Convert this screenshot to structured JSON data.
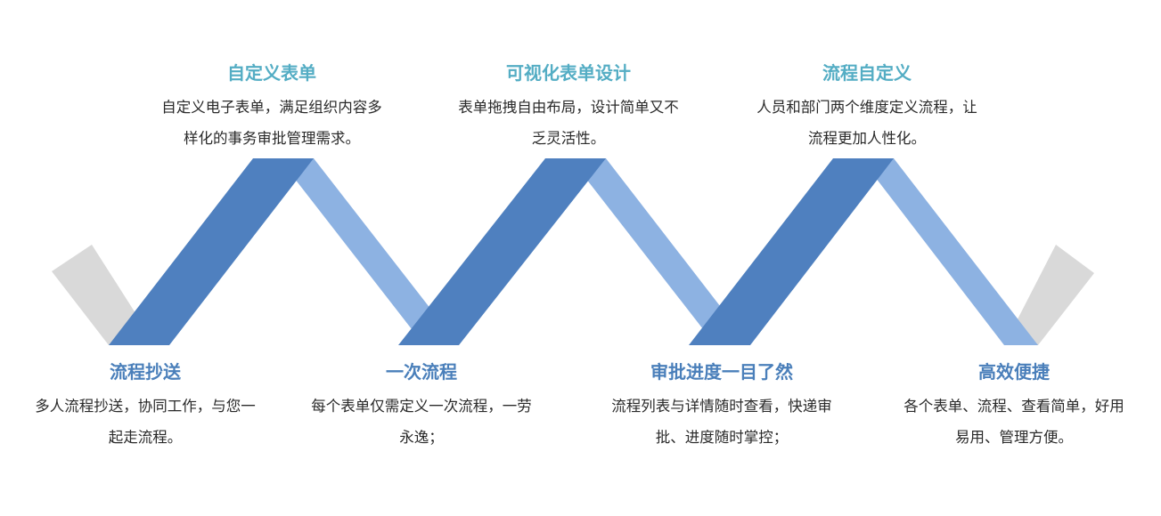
{
  "colors": {
    "dark_band": "#4f80bf",
    "light_band": "#8db2e2",
    "gray_band": "#d9d9d9",
    "top_title": "#54adc4",
    "bottom_title": "#4a7fba",
    "text": "#2a2a2a"
  },
  "top_items": [
    {
      "title": "自定义表单",
      "line1": "自定义电子表单，满足组织内容多",
      "line2": "样化的事务审批管理需求。"
    },
    {
      "title": "可视化表单设计",
      "line1": "表单拖拽自由布局，设计简单又不",
      "line2": "乏灵活性。"
    },
    {
      "title": "流程自定义",
      "line1": "人员和部门两个维度定义流程，让",
      "line2": "流程更加人性化。"
    }
  ],
  "bottom_items": [
    {
      "title": "流程抄送",
      "line1": "多人流程抄送，协同工作，与您一",
      "line2": "起走流程。"
    },
    {
      "title": "一次流程",
      "line1": "每个表单仅需定义一次流程，一劳",
      "line2": "永逸；"
    },
    {
      "title": "审批进度一目了然",
      "line1": "流程列表与详情随时查看，快递审",
      "line2": "批、进度随时掌控；"
    },
    {
      "title": "高效便捷",
      "line1": "各个表单、流程、查看简单，好用",
      "line2": "易用、管理方便。"
    }
  ]
}
